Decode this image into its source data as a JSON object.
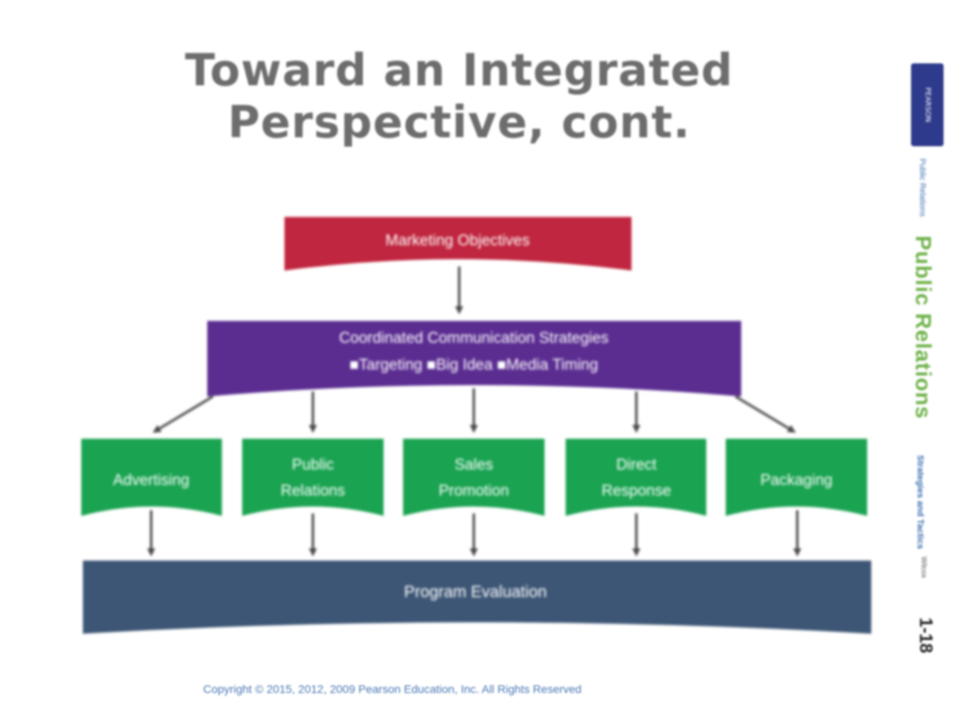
{
  "slide": {
    "title_line1": "Toward an Integrated",
    "title_line2": "Perspective, cont.",
    "footer": "Copyright © 2015, 2012, 2009 Pearson Education, Inc. All Rights Reserved"
  },
  "diagram": {
    "top_box": "Marketing Objectives",
    "strategy_box": {
      "line1": "Coordinated Communication Strategies",
      "line2": "■Targeting  ■Big Idea  ■Media Timing"
    },
    "tools": [
      {
        "line1": "Advertising",
        "line2": ""
      },
      {
        "line1": "Public",
        "line2": "Relations"
      },
      {
        "line1": "Sales",
        "line2": "Promotion"
      },
      {
        "line1": "Direct",
        "line2": "Response"
      },
      {
        "line1": "Packaging",
        "line2": ""
      }
    ],
    "bottom_box": "Program Evaluation",
    "colors": {
      "objectives": "#c0263f",
      "strategies": "#5b2d91",
      "tools": "#1aa351",
      "evaluation": "#3d5675",
      "arrow": "#4a4a4a"
    }
  },
  "sidebar": {
    "book_label": "PEARSON",
    "small_text_1": "Public Relations",
    "main_label": "Public Relations",
    "small_text_2": "Strategies and Tactics",
    "small_text_3": "Wilcox",
    "page_number": "1-18"
  }
}
